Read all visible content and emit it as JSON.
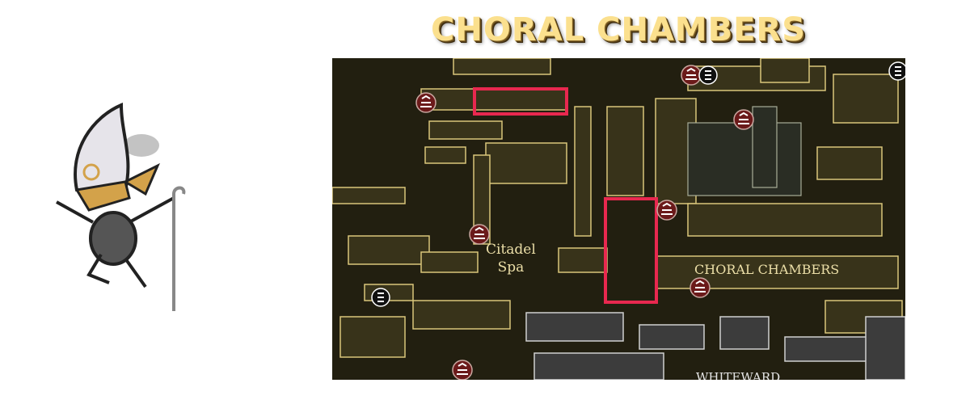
{
  "title": "CHORAL CHAMBERS",
  "map": {
    "labels": {
      "citadel_spa_line1": "Citadel",
      "citadel_spa_line2": "Spa",
      "choral_chambers": "CHORAL CHAMBERS",
      "whiteward": "WHITEWARD"
    },
    "colors": {
      "room_fill": "#38331a",
      "room_stroke": "#d9c67a",
      "grey_fill": "#3c3c3c",
      "grey_stroke": "#d0d0d0",
      "highlight": "#e8284f",
      "bench": "#6b1a1a"
    }
  }
}
